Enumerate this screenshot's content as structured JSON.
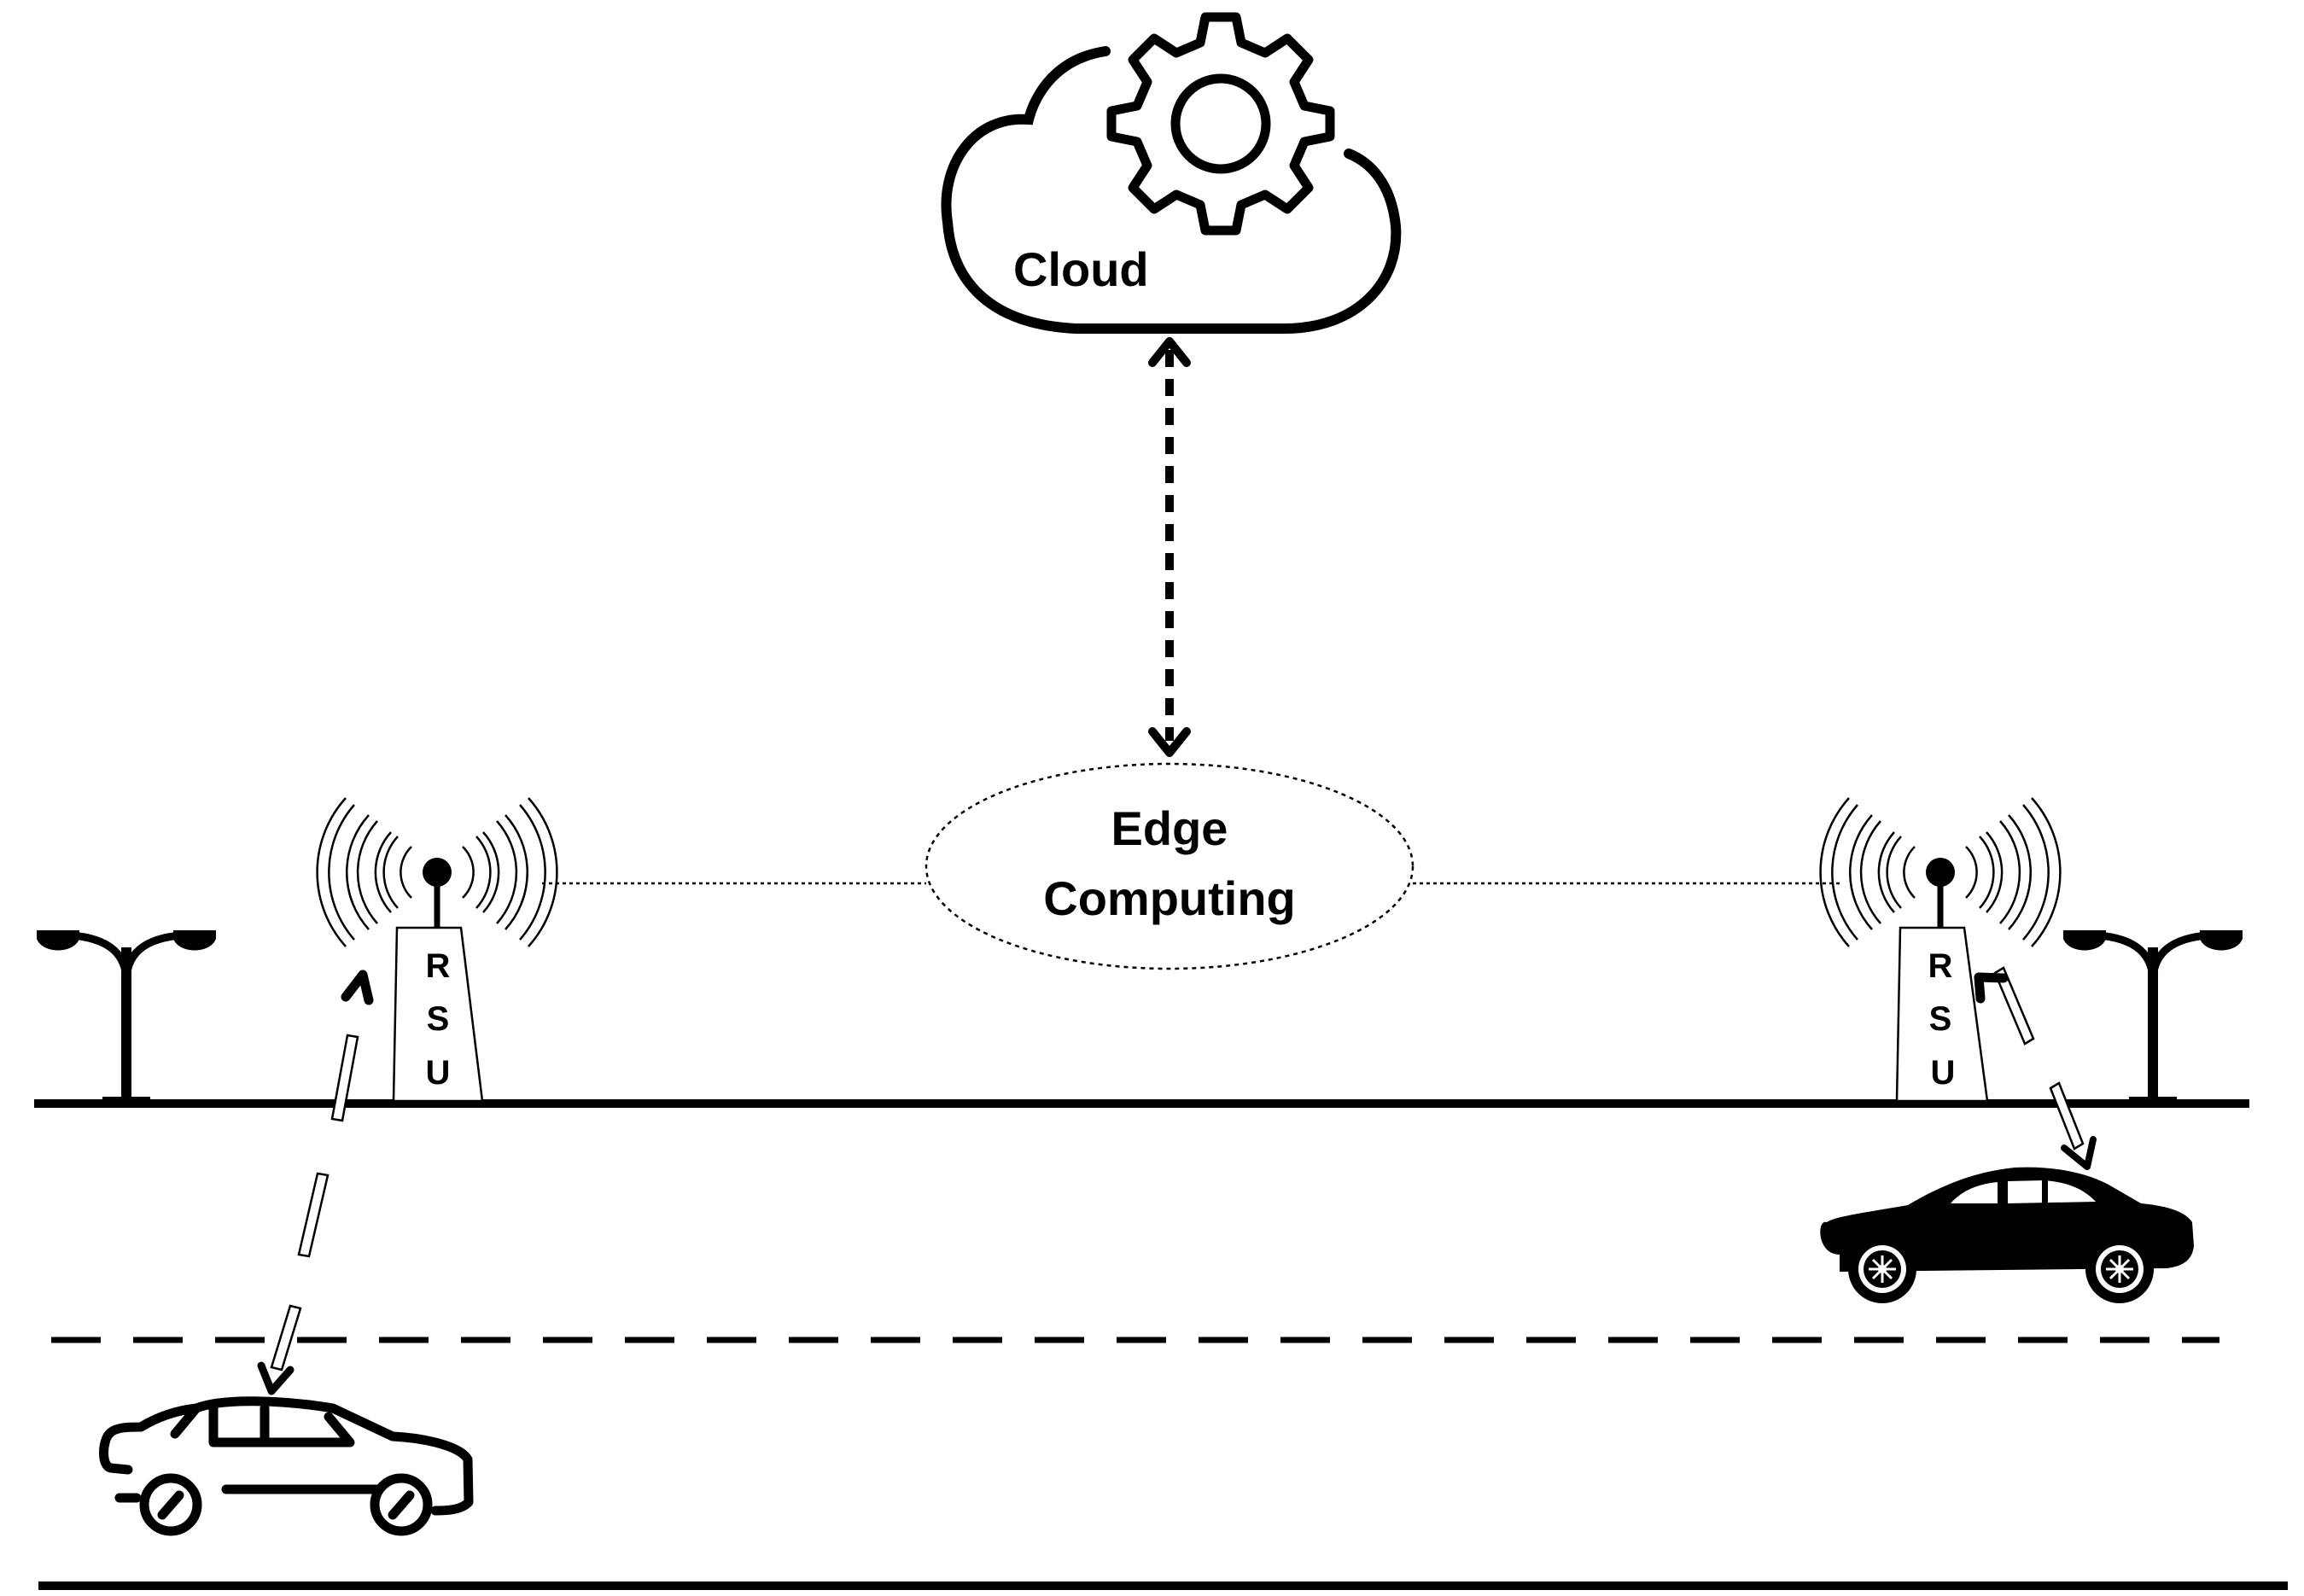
{
  "diagram": {
    "cloud_label": "Cloud",
    "edge_label_line1": "Edge",
    "edge_label_line2": "Computing",
    "rsu_left": {
      "letters": [
        "R",
        "S",
        "U"
      ]
    },
    "rsu_right": {
      "letters": [
        "R",
        "S",
        "U"
      ]
    }
  },
  "colors": {
    "stroke": "#000000",
    "background": "#ffffff"
  },
  "icons": [
    "cloud-icon",
    "gear-icon",
    "antenna-icon",
    "street-lamp-icon",
    "car-outline-icon",
    "car-filled-icon"
  ]
}
